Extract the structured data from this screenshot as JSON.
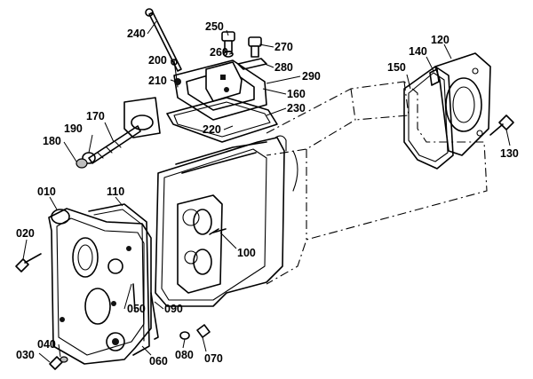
{
  "diagram": {
    "parts": [
      {
        "id": "p240",
        "label": "240"
      },
      {
        "id": "p250",
        "label": "250"
      },
      {
        "id": "p260",
        "label": "260"
      },
      {
        "id": "p270",
        "label": "270"
      },
      {
        "id": "p280",
        "label": "280"
      },
      {
        "id": "p290",
        "label": "290"
      },
      {
        "id": "p200",
        "label": "200"
      },
      {
        "id": "p210",
        "label": "210"
      },
      {
        "id": "p160",
        "label": "160"
      },
      {
        "id": "p230",
        "label": "230"
      },
      {
        "id": "p220",
        "label": "220"
      },
      {
        "id": "p170",
        "label": "170"
      },
      {
        "id": "p190",
        "label": "190"
      },
      {
        "id": "p180",
        "label": "180"
      },
      {
        "id": "p140",
        "label": "140"
      },
      {
        "id": "p120",
        "label": "120"
      },
      {
        "id": "p150",
        "label": "150"
      },
      {
        "id": "p130",
        "label": "130"
      },
      {
        "id": "p010",
        "label": "010"
      },
      {
        "id": "p110",
        "label": "110"
      },
      {
        "id": "p020",
        "label": "020"
      },
      {
        "id": "p100",
        "label": "100"
      },
      {
        "id": "p050",
        "label": "050"
      },
      {
        "id": "p090",
        "label": "090"
      },
      {
        "id": "p040",
        "label": "040"
      },
      {
        "id": "p030",
        "label": "030"
      },
      {
        "id": "p060",
        "label": "060"
      },
      {
        "id": "p080",
        "label": "080"
      },
      {
        "id": "p070",
        "label": "070"
      }
    ]
  }
}
